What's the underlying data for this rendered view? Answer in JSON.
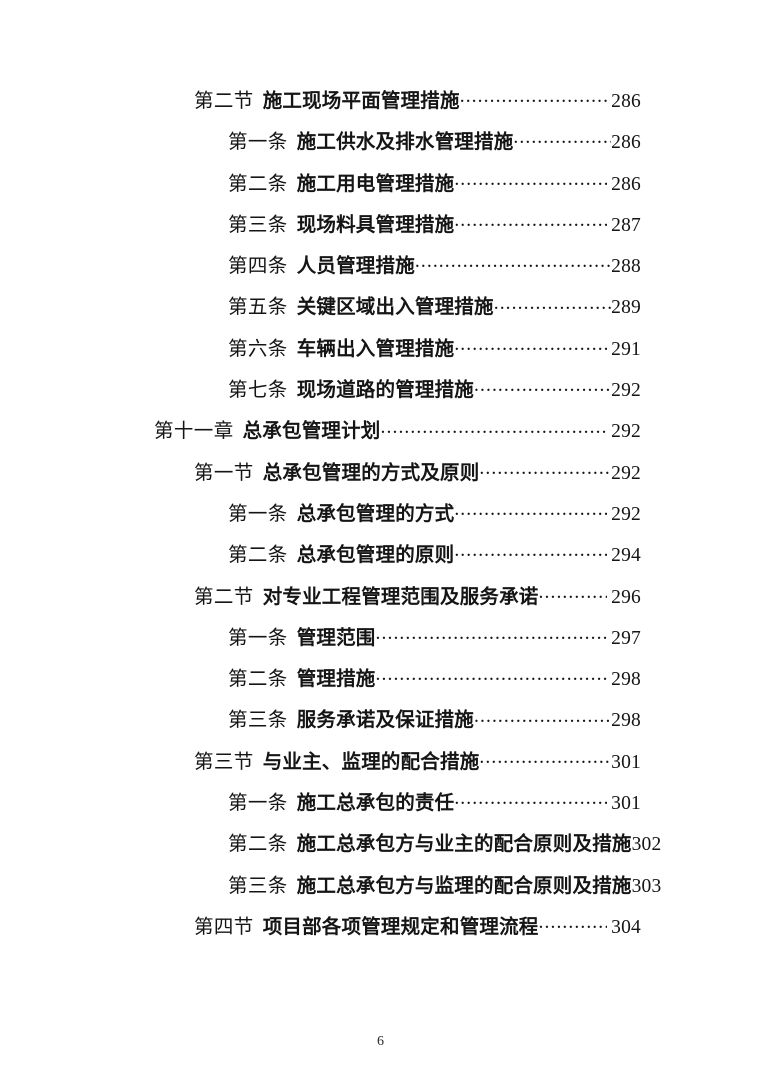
{
  "document": {
    "type": "table-of-contents",
    "footer_page_number": "6"
  },
  "toc": {
    "entries": [
      {
        "level": "section",
        "number": "第二节",
        "title": "施工现场平面管理措施",
        "page": "286",
        "leader": true,
        "page_gap": true
      },
      {
        "level": "article",
        "number": "第一条",
        "title": "施工供水及排水管理措施",
        "page": "286",
        "leader": true,
        "page_gap": false
      },
      {
        "level": "article",
        "number": "第二条",
        "title": "施工用电管理措施",
        "page": "286",
        "leader": true,
        "page_gap": true
      },
      {
        "level": "article",
        "number": "第三条",
        "title": "现场料具管理措施",
        "page": "287",
        "leader": true,
        "page_gap": true
      },
      {
        "level": "article",
        "number": "第四条",
        "title": "人员管理措施",
        "page": "288",
        "leader": true,
        "page_gap": false
      },
      {
        "level": "article",
        "number": "第五条",
        "title": "关键区域出入管理措施",
        "page": "289",
        "leader": true,
        "page_gap": false
      },
      {
        "level": "article",
        "number": "第六条",
        "title": "车辆出入管理措施",
        "page": "291",
        "leader": true,
        "page_gap": true
      },
      {
        "level": "article",
        "number": "第七条",
        "title": "现场道路的管理措施",
        "page": "292",
        "leader": true,
        "page_gap": false
      },
      {
        "level": "chapter",
        "number": "第十一章",
        "title": "总承包管理计划",
        "page": "292",
        "leader": true,
        "page_gap": true
      },
      {
        "level": "section",
        "number": "第一节",
        "title": "总承包管理的方式及原则",
        "page": "292",
        "leader": true,
        "page_gap": false
      },
      {
        "level": "article",
        "number": "第一条",
        "title": "总承包管理的方式",
        "page": "292",
        "leader": true,
        "page_gap": true
      },
      {
        "level": "article",
        "number": "第二条",
        "title": "总承包管理的原则",
        "page": "294",
        "leader": true,
        "page_gap": true
      },
      {
        "level": "section",
        "number": "第二节",
        "title": "对专业工程管理范围及服务承诺",
        "page": "296",
        "leader": true,
        "page_gap": true
      },
      {
        "level": "article",
        "number": "第一条",
        "title": "管理范围",
        "page": "297",
        "leader": true,
        "page_gap": true
      },
      {
        "level": "article",
        "number": "第二条",
        "title": "管理措施",
        "page": "298",
        "leader": true,
        "page_gap": true
      },
      {
        "level": "article",
        "number": "第三条",
        "title": "服务承诺及保证措施",
        "page": "298",
        "leader": true,
        "page_gap": false
      },
      {
        "level": "section",
        "number": "第三节",
        "title": "与业主、监理的配合措施",
        "page": "301",
        "leader": true,
        "page_gap": false
      },
      {
        "level": "article",
        "number": "第一条",
        "title": "施工总承包的责任",
        "page": "301",
        "leader": true,
        "page_gap": true
      },
      {
        "level": "article",
        "number": "第二条",
        "title": "施工总承包方与业主的配合原则及措施",
        "page": "302",
        "leader": false,
        "page_gap": false
      },
      {
        "level": "article",
        "number": "第三条",
        "title": "施工总承包方与监理的配合原则及措施",
        "page": "303",
        "leader": false,
        "page_gap": false
      },
      {
        "level": "section",
        "number": "第四节",
        "title": "项目部各项管理规定和管理流程",
        "page": "304",
        "leader": true,
        "page_gap": true
      }
    ]
  }
}
